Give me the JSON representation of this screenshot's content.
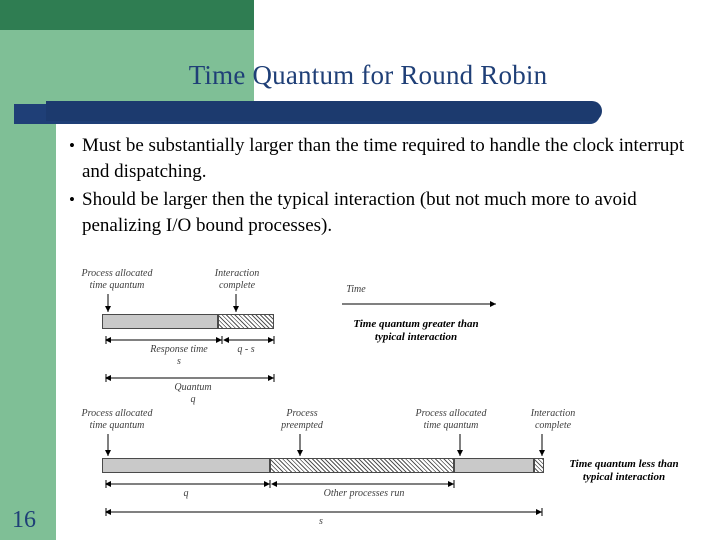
{
  "slide": {
    "title": "Time Quantum for Round Robin",
    "page_number": "16",
    "bullet_marker": "•",
    "bullets": [
      "Must be substantially larger than the time required to handle the clock interrupt and dispatching.",
      "Should be larger then the typical interaction (but not much more to avoid penalizing I/O bound processes)."
    ],
    "colors": {
      "title": "#1f3f77",
      "band_navy": "#1f3f77",
      "band_green_dark": "#2f7d52",
      "band_green_light": "#7fbf96"
    }
  },
  "figure": {
    "diagram_a": {
      "labels": {
        "process_allocated": "Process allocated\ntime quantum",
        "interaction_complete": "Interaction\ncomplete",
        "time_axis": "Time",
        "response_time": "Response time",
        "response_time_symbol": "s",
        "q_minus_s": "q - s",
        "quantum": "Quantum",
        "quantum_symbol": "q",
        "caption": "Time quantum greater than\ntypical interaction"
      }
    },
    "diagram_b": {
      "labels": {
        "process_allocated_1": "Process allocated\ntime quantum",
        "process_preempted": "Process\npreempted",
        "process_allocated_2": "Process allocated\ntime quantum",
        "interaction_complete": "Interaction\ncomplete",
        "q": "q",
        "other_processes_run": "Other processes run",
        "s": "s",
        "caption": "Time quantum less than\ntypical interaction"
      }
    }
  }
}
